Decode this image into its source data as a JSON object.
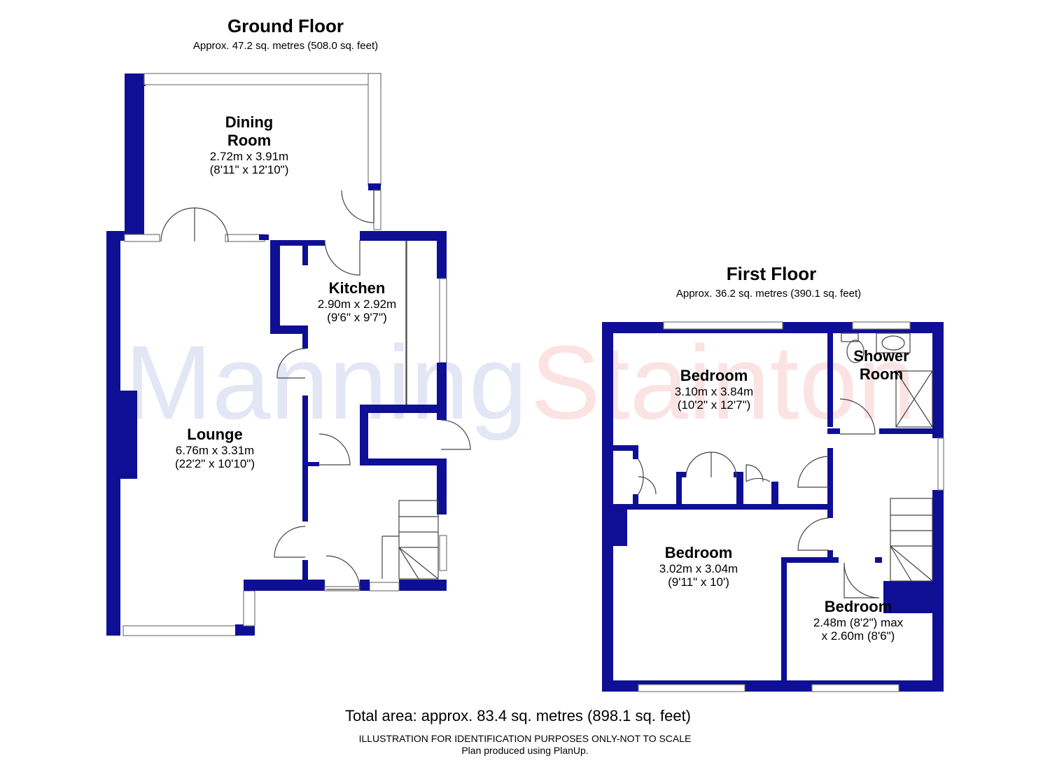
{
  "watermark": {
    "part1": "Manning",
    "part2": "Stainton",
    "color1": "#e3e6f4",
    "color2": "#fbe3e3"
  },
  "colors": {
    "wall": "#0f0f96"
  },
  "ground_floor": {
    "title": "Ground Floor",
    "area": "Approx. 47.2 sq. metres (508.0 sq. feet)",
    "rooms": {
      "dining": {
        "name_line1": "Dining",
        "name_line2": "Room",
        "dims_m": "2.72m x 3.91m",
        "dims_ft": "(8'11\" x 12'10\")"
      },
      "kitchen": {
        "name": "Kitchen",
        "dims_m": "2.90m x 2.92m",
        "dims_ft": "(9'6\" x 9'7\")"
      },
      "lounge": {
        "name": "Lounge",
        "dims_m": "6.76m x 3.31m",
        "dims_ft": "(22'2\" x 10'10\")"
      }
    }
  },
  "first_floor": {
    "title": "First Floor",
    "area": "Approx. 36.2 sq. metres (390.1 sq. feet)",
    "rooms": {
      "shower": {
        "name_line1": "Shower",
        "name_line2": "Room"
      },
      "bedroom1": {
        "name": "Bedroom",
        "dims_m": "3.10m x 3.84m",
        "dims_ft": "(10'2\" x 12'7\")"
      },
      "bedroom2": {
        "name": "Bedroom",
        "dims_m": "3.02m x 3.04m",
        "dims_ft": "(9'11\" x 10')"
      },
      "bedroom3": {
        "name": "Bedroom",
        "dims_line1": "2.48m (8'2\") max",
        "dims_line2": "x 2.60m (8'6\")"
      }
    }
  },
  "footer": {
    "total": "Total area: approx. 83.4 sq. metres (898.1 sq. feet)",
    "disclaimer": "ILLUSTRATION FOR IDENTIFICATION PURPOSES ONLY-NOT TO SCALE",
    "produced": "Plan produced using PlanUp."
  }
}
